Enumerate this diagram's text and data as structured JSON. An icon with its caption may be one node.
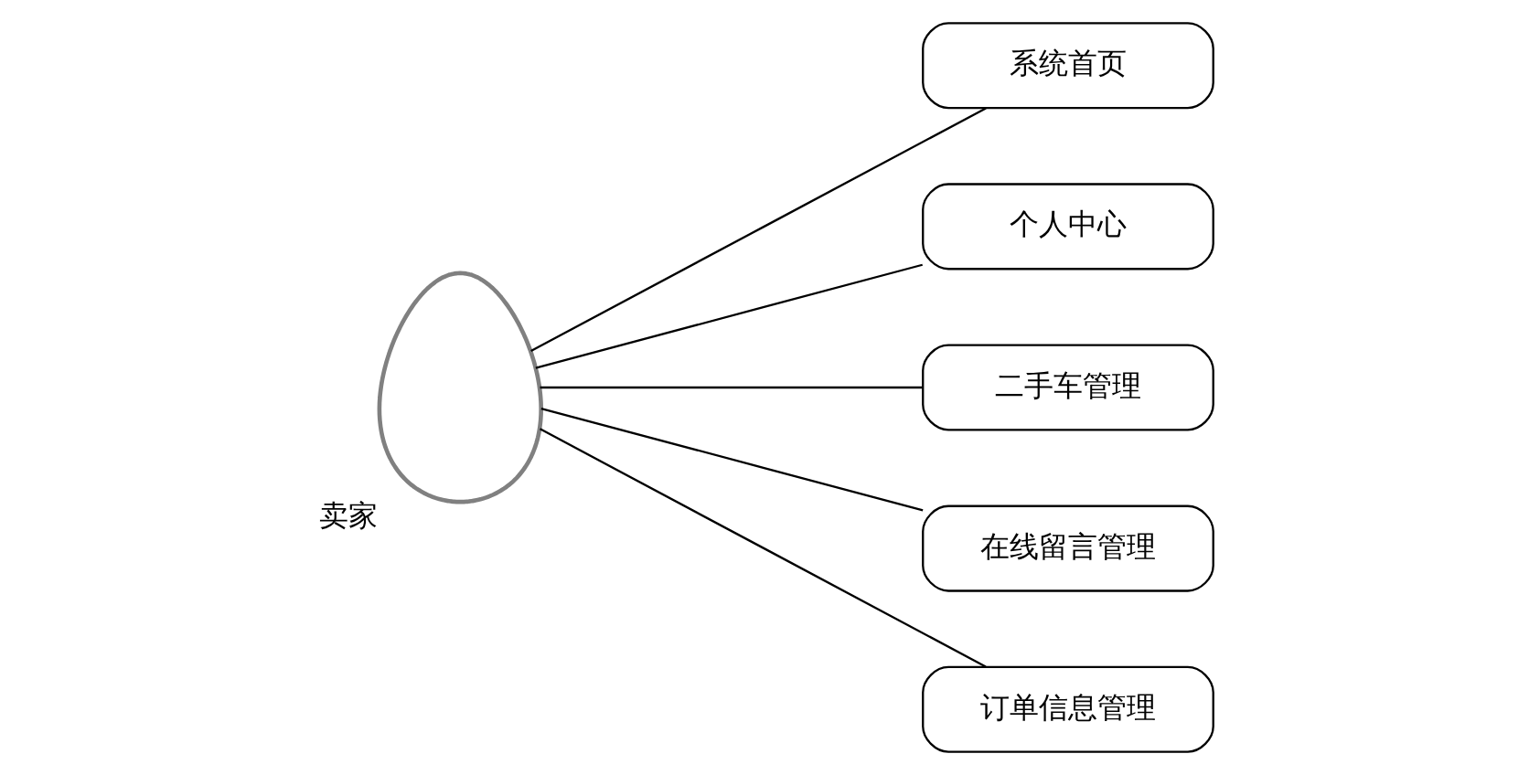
{
  "diagram": {
    "nodes": [
      {
        "text": [],
        "shape": "person",
        "beside": [
          "卖家"
        ]
      },
      {
        "text": [
          "系统首页"
        ]
      },
      {
        "text": [
          "个人中心"
        ]
      },
      {
        "text": [
          "二手车管理"
        ]
      },
      {
        "text": [
          "在线留言管理"
        ]
      },
      {
        "text": [
          "订单信息管理"
        ]
      }
    ],
    "edges": [
      {
        "from": 0,
        "to": 1,
        "arrow": "none"
      },
      {
        "from": 0,
        "to": 2,
        "arrow": "none"
      },
      {
        "from": 0,
        "to": 3,
        "arrow": "none"
      },
      {
        "from": 0,
        "to": 4,
        "arrow": "none"
      },
      {
        "from": 0,
        "to": 5,
        "arrow": "none"
      }
    ]
  }
}
